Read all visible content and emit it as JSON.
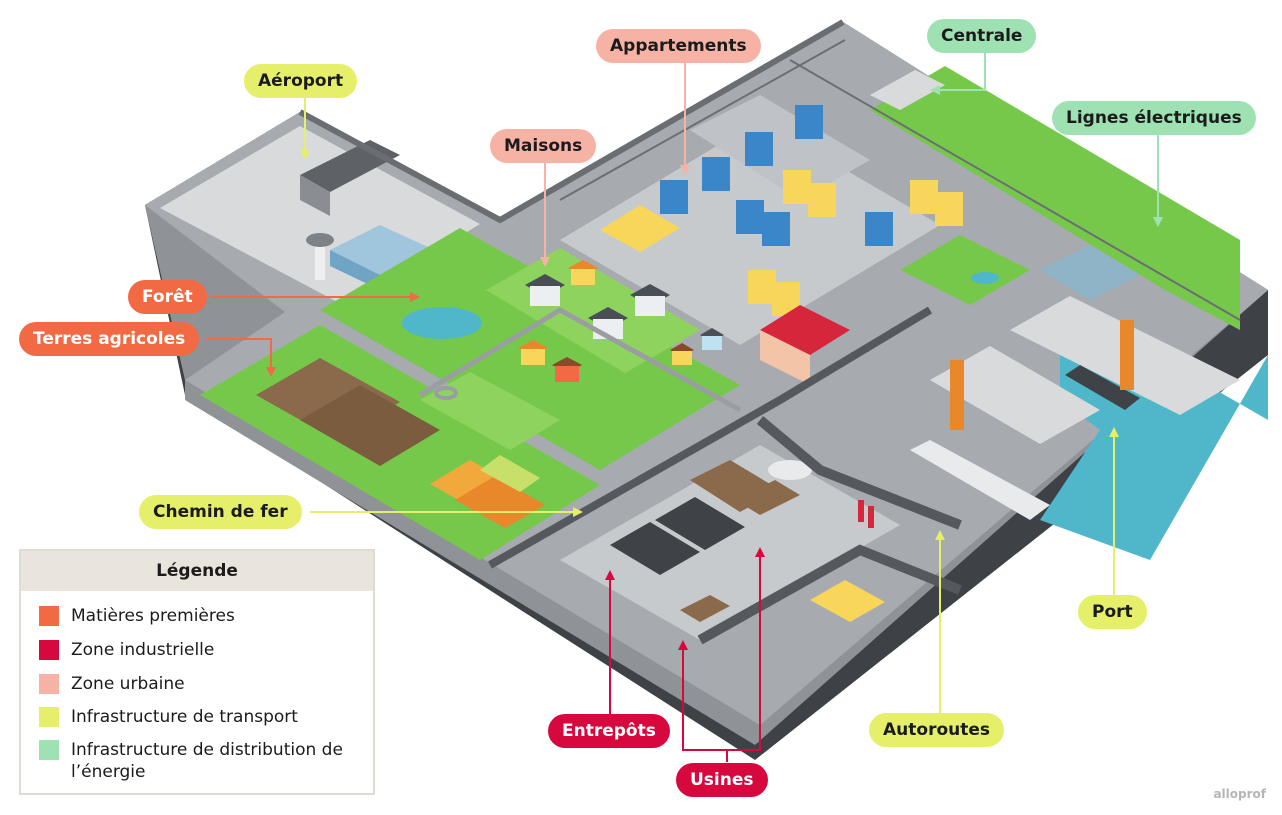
{
  "labels": {
    "aeroport": "Aéroport",
    "appartements": "Appartements",
    "centrale": "Centrale",
    "lignes_electriques": "Lignes électriques",
    "maisons": "Maisons",
    "foret": "Forêt",
    "terres_agricoles": "Terres agricoles",
    "chemin_de_fer": "Chemin de fer",
    "entrepots": "Entrepôts",
    "usines": "Usines",
    "autoroutes": "Autoroutes",
    "port": "Port"
  },
  "legend": {
    "title": "Légende",
    "items": [
      {
        "label": "Matières premières",
        "color": "#f26a43"
      },
      {
        "label": "Zone industrielle",
        "color": "#d6083e"
      },
      {
        "label": "Zone urbaine",
        "color": "#f6b3a5"
      },
      {
        "label": "Infrastructure de transport",
        "color": "#e5ef6a"
      },
      {
        "label": "Infrastructure de distribution de l’énergie",
        "color": "#9ee2b4"
      }
    ]
  },
  "colors": {
    "matieres": "#f26a43",
    "industrielle": "#d6083e",
    "urbaine": "#f6b3a5",
    "transport": "#e5ef6a",
    "energie": "#9ee2b4",
    "grass": "#76c84a",
    "road": "#707478",
    "water": "#4fb7c9"
  },
  "brand": "alloprof"
}
